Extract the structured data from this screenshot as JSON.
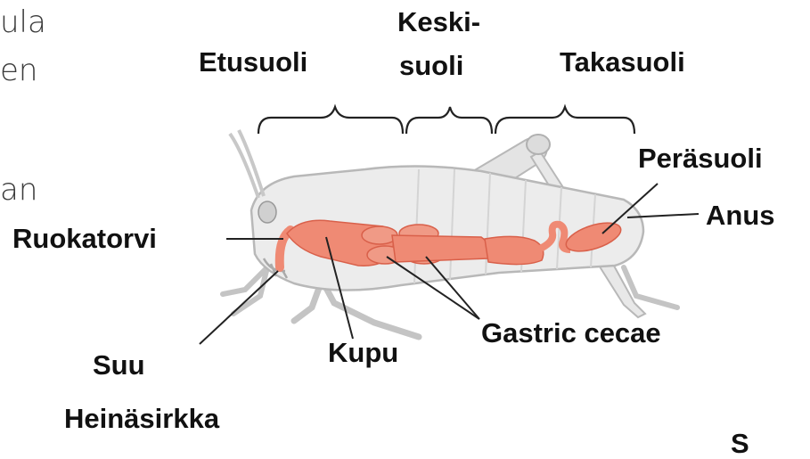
{
  "edge_fragments": {
    "line1": "ula",
    "line2": "en",
    "line3": "an",
    "bottom_right": "S"
  },
  "section_labels": {
    "foregut": "Etusuoli",
    "midgut_line1": "Keski-",
    "midgut_line2": "suoli",
    "hindgut": "Takasuoli"
  },
  "part_labels": {
    "esophagus": "Ruokatorvi",
    "mouth": "Suu",
    "crop": "Kupu",
    "gastric_cecae": "Gastric cecae",
    "rectum": "Peräsuoli",
    "anus": "Anus"
  },
  "caption": "Heinäsirkka",
  "colors": {
    "gut": "#ef8a74",
    "gut_dark": "#d9604a",
    "body": "#ededed",
    "body_outline": "#b8b8b8",
    "line": "#222222"
  }
}
